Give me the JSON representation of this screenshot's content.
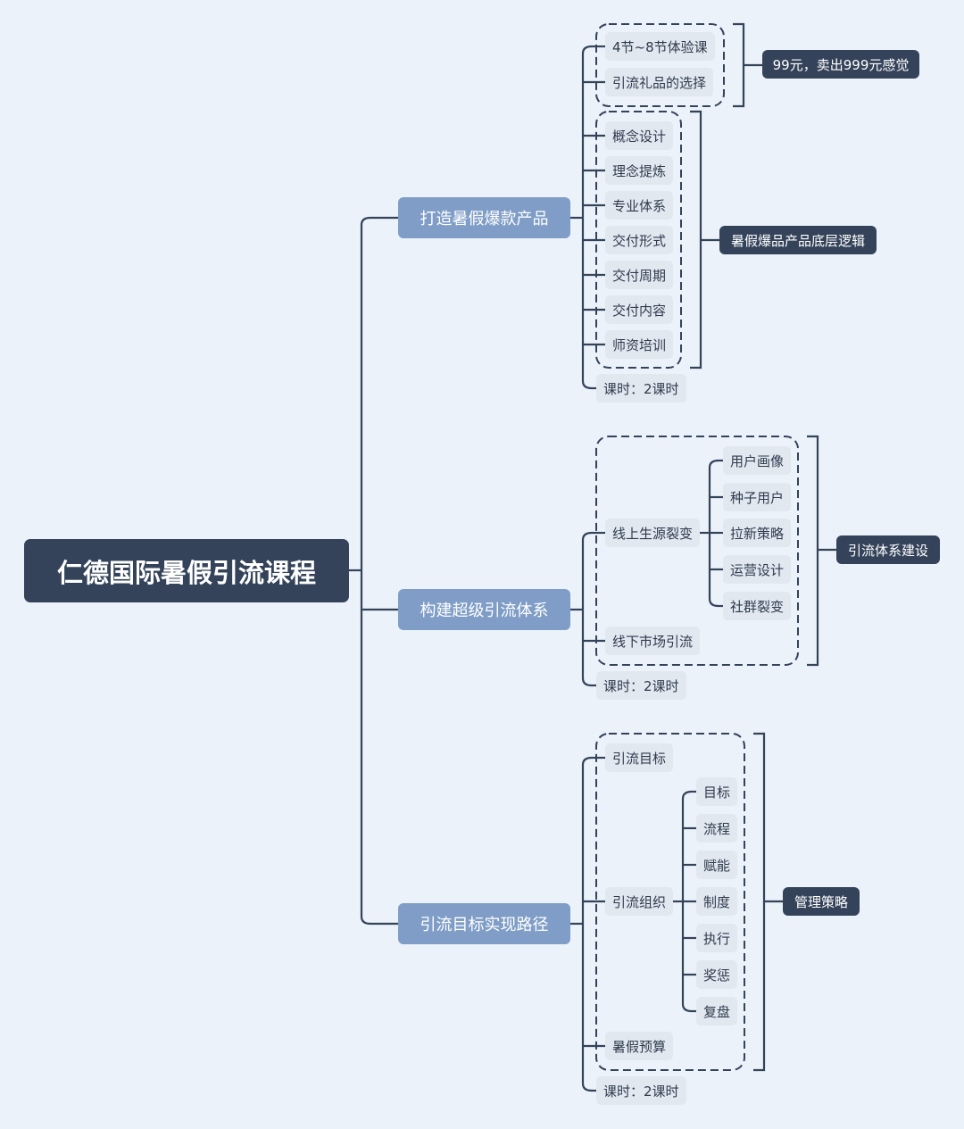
{
  "root": {
    "label": "仁德国际暑假引流课程"
  },
  "branches": [
    {
      "label": "打造暑假爆款产品",
      "groups": [
        {
          "items": [
            "4节~8节体验课",
            "引流礼品的选择"
          ],
          "summary": "99元，卖出999元感觉"
        },
        {
          "items": [
            "概念设计",
            "理念提炼",
            "专业体系",
            "交付形式",
            "交付周期",
            "交付内容",
            "师资培训"
          ],
          "summary": "暑假爆品产品底层逻辑"
        }
      ],
      "note": "课时：2课时"
    },
    {
      "label": "构建超级引流体系",
      "children": [
        {
          "label": "线上生源裂变",
          "children": [
            "用户画像",
            "种子用户",
            "拉新策略",
            "运营设计",
            "社群裂变"
          ]
        },
        {
          "label": "线下市场引流"
        }
      ],
      "summary": "引流体系建设",
      "note": "课时：2课时"
    },
    {
      "label": "引流目标实现路径",
      "children": [
        {
          "label": "引流目标"
        },
        {
          "label": "引流组织",
          "children": [
            "目标",
            "流程",
            "赋能",
            "制度",
            "执行",
            "奖惩",
            "复盘"
          ]
        },
        {
          "label": "暑假预算"
        }
      ],
      "summary": "管理策略",
      "note": "课时：2课时"
    }
  ],
  "colors": {
    "background": "#ebf2f9",
    "root": "#34435a",
    "branch": "#7f9dc6",
    "leaf": "#e2e8f0",
    "line": "#34435a"
  }
}
